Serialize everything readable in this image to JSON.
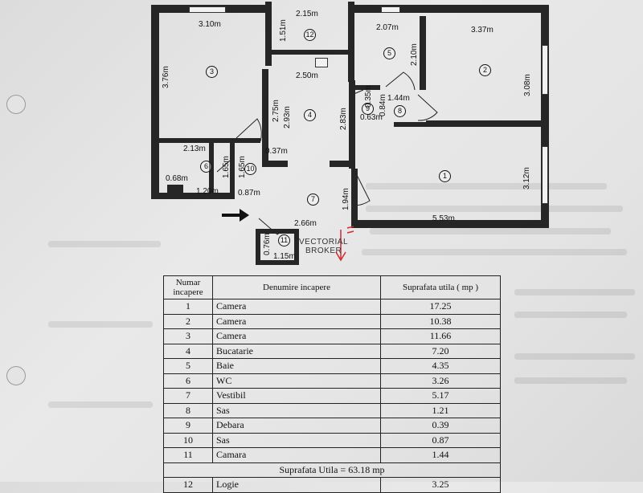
{
  "floorplan": {
    "dimensions": {
      "r3_w": "3.10m",
      "r3_h": "3.76m",
      "r12_w": "2.15m",
      "r12_h": "1.51m",
      "r5_w": "2.07m",
      "r5_h": "2.10m",
      "r2_w": "3.37m",
      "r2_h": "3.08m",
      "hall_w": "2.50m",
      "r4_h1": "2.75m",
      "r4_h2": "2.93m",
      "r4_h3": "2.83m",
      "r9_a": "0.35m",
      "r9_b": "0.63m",
      "r9_c": "0.84m",
      "r8_w": "1.44m",
      "r6_w": "2.13m",
      "r6_a": "0.68m",
      "r6_b": "1.20m",
      "r10_h1": "1.65m",
      "r10_h2": "1.65m",
      "r10_w": "0.87m",
      "small_037": "0.37m",
      "r7_h": "1.94m",
      "r7_w": "2.66m",
      "r1_w": "5.53m",
      "r1_h": "3.12m",
      "r11_w": "1.15m",
      "r11_h": "0.76m"
    },
    "room_numbers": [
      "1",
      "2",
      "3",
      "4",
      "5",
      "6",
      "7",
      "8",
      "9",
      "10",
      "11",
      "12"
    ],
    "watermark_line1": "VECTORIAL",
    "watermark_line2": "BROKER",
    "entrance_icon": "arrow-right-icon"
  },
  "table": {
    "headers": [
      "Numar incapere",
      "Denumire incapere",
      "Suprafata utila ( mp )"
    ],
    "rows": [
      [
        "1",
        "Camera",
        "17.25"
      ],
      [
        "2",
        "Camera",
        "10.38"
      ],
      [
        "3",
        "Camera",
        "11.66"
      ],
      [
        "4",
        "Bucatarie",
        "7.20"
      ],
      [
        "5",
        "Baie",
        "4.35"
      ],
      [
        "6",
        "WC",
        "3.26"
      ],
      [
        "7",
        "Vestibil",
        "5.17"
      ],
      [
        "8",
        "Sas",
        "1.21"
      ],
      [
        "9",
        "Debara",
        "0.39"
      ],
      [
        "10",
        "Sas",
        "0.87"
      ],
      [
        "11",
        "Camara",
        "1.44"
      ]
    ],
    "total": "Suprafata Utila = 63.18 mp",
    "extra_row": [
      "12",
      "Logie",
      "3.25"
    ]
  }
}
